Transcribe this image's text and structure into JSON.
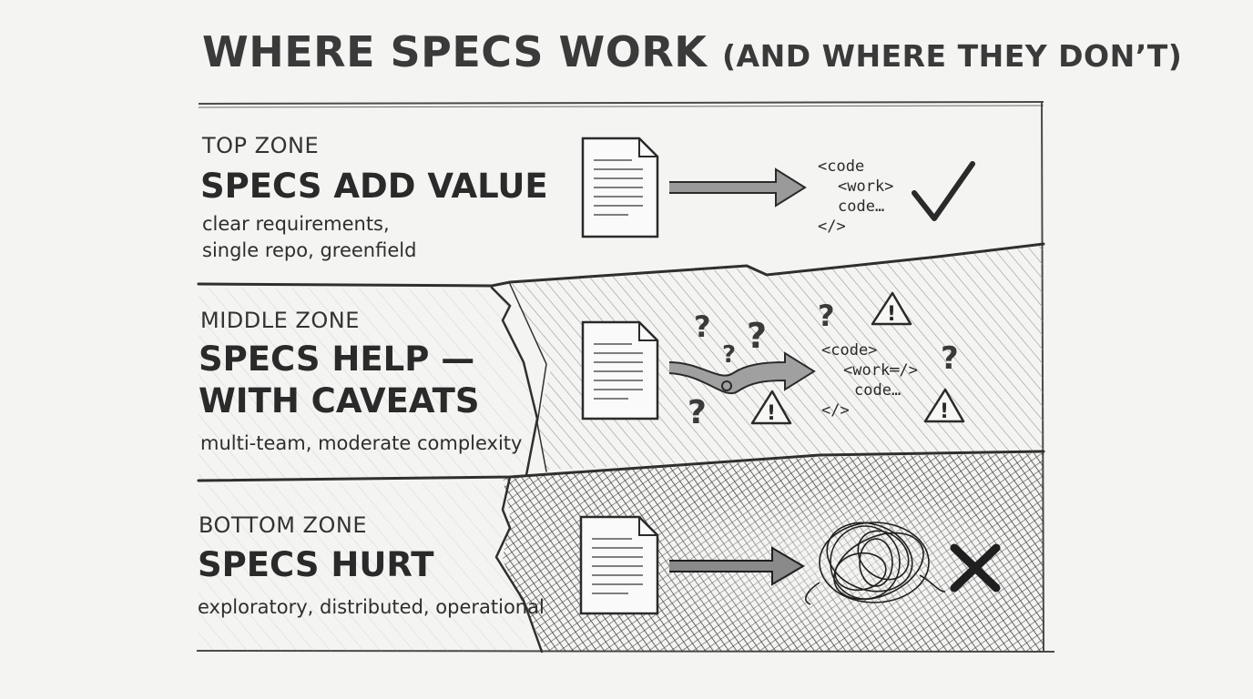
{
  "title": {
    "main": "WHERE SPECS WORK",
    "paren": "(AND WHERE THEY DON’T)"
  },
  "zones": [
    {
      "label": "TOP ZONE",
      "heading": [
        "SPECS ADD VALUE"
      ],
      "description": [
        "clear requirements,",
        "single repo, greenfield"
      ],
      "code": [
        "<code",
        "<work>",
        "code…",
        "</>"
      ],
      "outcome": "check-icon"
    },
    {
      "label": "MIDDLE ZONE",
      "heading": [
        "SPECS HELP —",
        "WITH CAVEATS"
      ],
      "description": [
        "multi-team, moderate complexity"
      ],
      "code": [
        "<code>",
        "<work═/>",
        "code…",
        "</>"
      ],
      "outcome": "warning-icon"
    },
    {
      "label": "BOTTOM ZONE",
      "heading": [
        "SPECS HURT"
      ],
      "description": [
        "exploratory, distributed, operational"
      ],
      "outcome": "x-icon"
    }
  ],
  "icons": {
    "document": "document-icon",
    "arrow": "arrow-icon",
    "question": "question-mark-icon",
    "warning": "warning-icon",
    "tangle": "tangled-scribble-icon",
    "check": "check-icon",
    "cross": "x-icon"
  },
  "colors": {
    "background": "#f4f4f2",
    "ink": "#2b2b2b",
    "bottom_shade": "#4a4a4a"
  }
}
